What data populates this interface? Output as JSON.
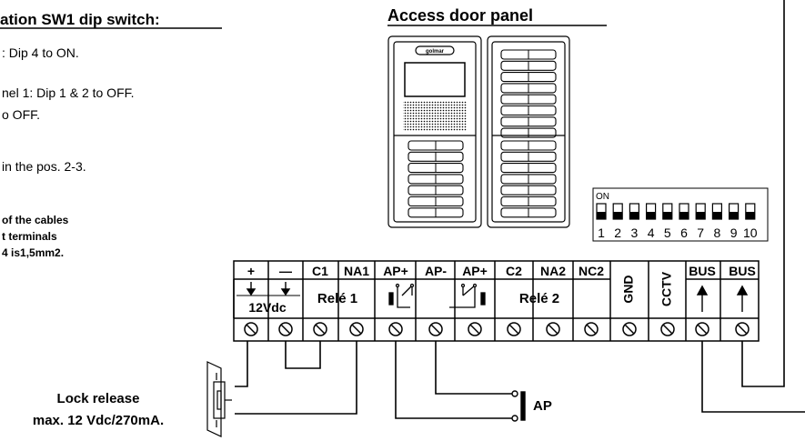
{
  "notes": {
    "heading": "ation SW1 dip switch:",
    "line1": ": Dip 4 to ON.",
    "line2": "nel 1: Dip 1 & 2 to OFF.",
    "line3": "o OFF.",
    "line4": "in the pos. 2-3.",
    "bold1": "of the cables",
    "bold2": "t terminals",
    "bold3": "4 is1,5mm2."
  },
  "panel": {
    "title": "Access door panel",
    "logo": "golmar"
  },
  "dip_switch": {
    "on_label": "ON",
    "numbers": [
      "1",
      "2",
      "3",
      "4",
      "5",
      "6",
      "7",
      "8",
      "9",
      "10"
    ]
  },
  "terminal_block": {
    "headers": [
      "+",
      "—",
      "C1",
      "NA1",
      "AP+",
      "AP-",
      "AP+",
      "C2",
      "NA2",
      "NC2",
      "GND",
      "CCTV",
      "BUS",
      "BUS"
    ],
    "supply_label": "12Vdc",
    "relay1_label": "Relé 1",
    "relay2_label": "Relé 2"
  },
  "lock": {
    "line1": "Lock release",
    "line2": "max. 12 Vdc/270mA."
  },
  "ap_button": {
    "label": "AP"
  }
}
